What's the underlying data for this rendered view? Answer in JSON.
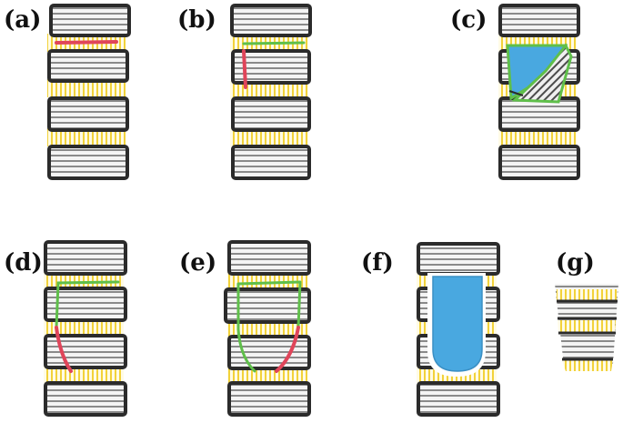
{
  "figure": {
    "panels": [
      {
        "id": "a",
        "label": "(a)",
        "annotation": "red horizontal line in the upper yellow interlayer"
      },
      {
        "id": "b",
        "label": "(b)",
        "annotation": "green horizontal line with red vertical segment"
      },
      {
        "id": "c",
        "label": "(c)",
        "annotation": "green outlined blue triangle with striped fragment"
      },
      {
        "id": "d",
        "label": "(d)",
        "annotation": "green bracket with red lower segment"
      },
      {
        "id": "e",
        "label": "(e)",
        "annotation": "green U-shape with red right branch"
      },
      {
        "id": "f",
        "label": "(f)",
        "annotation": "blue rounded rectangle across layers"
      },
      {
        "id": "g",
        "label": "(g)",
        "annotation": "tapered striped core fragment"
      }
    ],
    "colors": {
      "outline": "#2b2b2b",
      "stripes": "#7a7a7a",
      "block_fill": "#f4f4f4",
      "interlayer": "#f2d23a",
      "red": "#e0455a",
      "green": "#5fbf4a",
      "blue": "#49a8e0"
    }
  }
}
